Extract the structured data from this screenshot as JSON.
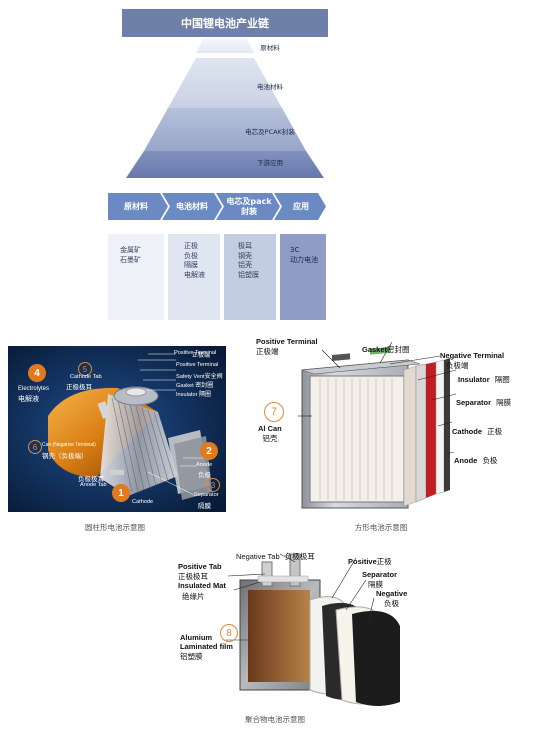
{
  "chain": {
    "title": "中国锂电池产业链",
    "tiers": [
      "原材料",
      "电池材料",
      "电芯及PCAK封装",
      "下游应用"
    ],
    "arrows": [
      {
        "label": "原材料"
      },
      {
        "label": "电池材料"
      },
      {
        "label": "电芯及pack封装"
      },
      {
        "label": "应用"
      }
    ],
    "columns": [
      {
        "items": [
          "金属矿",
          "石墨矿"
        ]
      },
      {
        "items": [
          "正极",
          "负极",
          "隔膜",
          "电解液"
        ]
      },
      {
        "items": [
          "极耳",
          "钢壳",
          "铝壳",
          "铝塑膜"
        ]
      },
      {
        "items": [
          "3C",
          "动力电池"
        ]
      }
    ]
  },
  "cylindrical": {
    "caption": "圆柱形电池示意图",
    "labels": {
      "positive_terminal": "Positive Terminal",
      "positive_terminal_zh": "正极端",
      "safety_vent": "Safety Vent",
      "safety_vent_zh": "安全阀",
      "gasket": "Gasket",
      "gasket_zh": "密封圈",
      "insulator": "Insulator",
      "insulator_zh": "隔圈",
      "cathode_tab": "Cathode Tab",
      "cathode_tab_zh": "正极极耳",
      "electrolytes": "Electrolytes",
      "electrolytes_zh": "电解液",
      "can": "Can (Negative Terminal)",
      "can_zh": "钢壳（负极端）",
      "anode_tab_zh": "负极极耳",
      "anode_tab": "Anode Tab",
      "anode": "Anode",
      "anode_zh": "负极",
      "cathode": "Cathode",
      "separator": "Separator",
      "separator_zh": "隔膜",
      "n1": "1",
      "n2": "2",
      "n3": "3",
      "n4": "4",
      "n5": "5",
      "n6": "6"
    }
  },
  "prismatic": {
    "caption": "方形电池示意图",
    "labels": {
      "positive_terminal": "Positive Terminal",
      "positive_terminal_zh": "正极端",
      "gasket": "Gasket",
      "gasket_zh": "密封圈",
      "negative_terminal": "Negative Terminal",
      "negative_terminal_zh": "负极端",
      "insulator": "Insulator",
      "insulator_zh": "隔圈",
      "separator": "Separator",
      "separator_zh": "隔膜",
      "cathode": "Cathode",
      "cathode_zh": "正极",
      "anode": "Anode",
      "anode_zh": "负极",
      "al_can": "Al Can",
      "al_can_zh": "铝壳",
      "n7": "7"
    }
  },
  "pouch": {
    "caption": "聚合物电池示意图",
    "labels": {
      "negative_tab": "Negative Tab",
      "negative_tab_zh": "负极极耳",
      "positive_tab": "Positive Tab",
      "positive_tab_zh": "正极极耳",
      "insulated_mat": "Insulated Mat",
      "insulated_mat_zh": "绝缘片",
      "positive": "Positive",
      "positive_zh": "正极",
      "separator": "Separator",
      "separator_zh": "隔膜",
      "negative": "Negative",
      "negative_zh": "负极",
      "aluminum": "Alumium",
      "laminated": "Laminated film",
      "laminated_zh": "铝塑膜",
      "n8": "8"
    }
  }
}
